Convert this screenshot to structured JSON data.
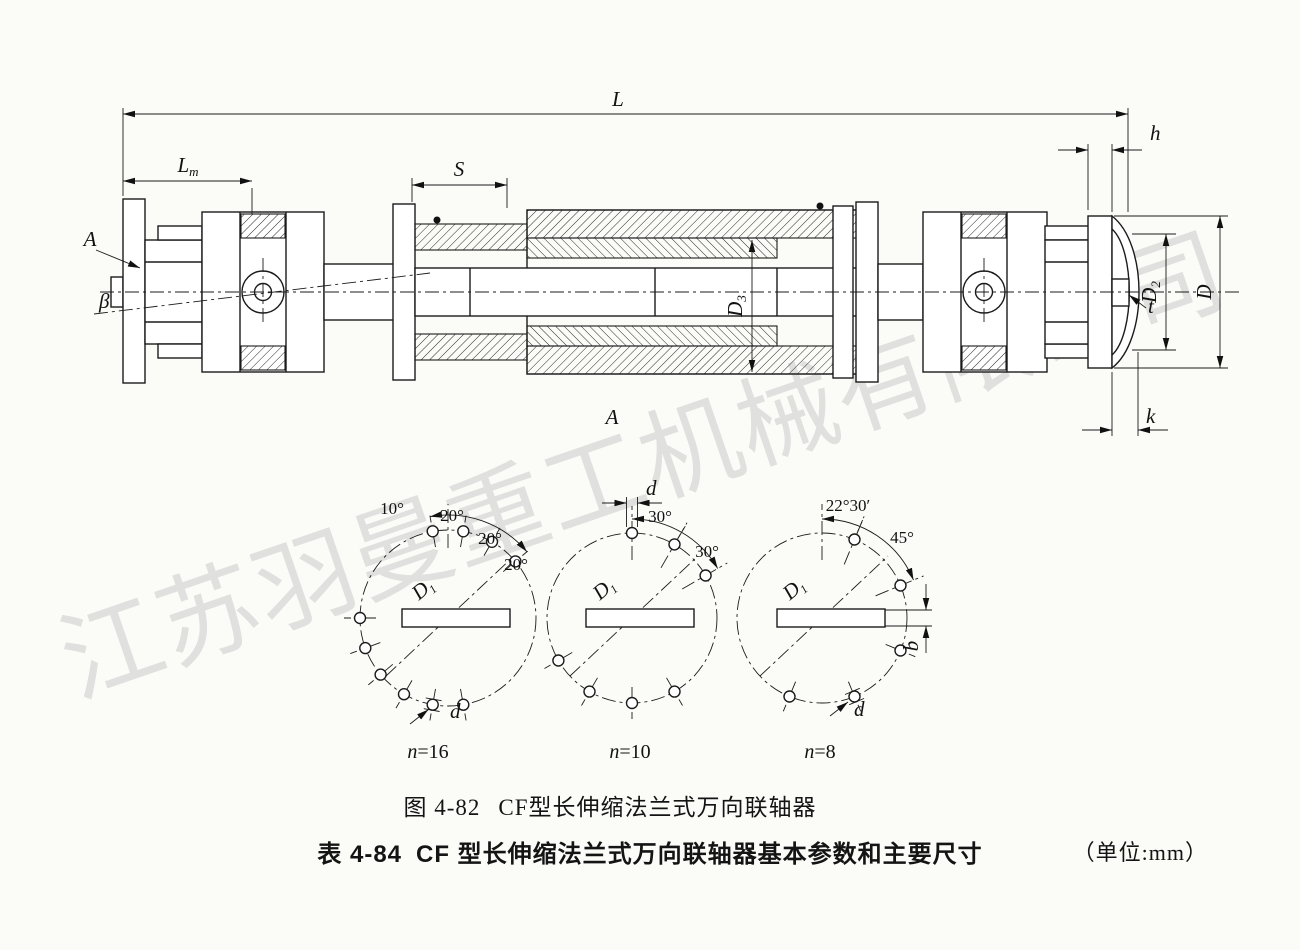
{
  "watermark": {
    "text": "江苏羽曼重工机械有限公司"
  },
  "figure": {
    "label": "图 4-82",
    "title": "CF型长伸缩法兰式万向联轴器"
  },
  "table": {
    "label": "表 4-84",
    "title": "CF 型长伸缩法兰式万向联轴器基本参数和主要尺寸",
    "unit": "（单位:mm）"
  },
  "main_view": {
    "dim_L": "L",
    "dim_Lm_main": "L",
    "dim_Lm_sub": "m",
    "dim_S": "S",
    "dim_h": "h",
    "dim_k": "k",
    "dim_t": "t",
    "dim_D": "D",
    "dim_D2_main": "D",
    "dim_D2_sub": "2",
    "dim_D3_main": "D",
    "dim_D3_sub": "3",
    "view_arrow_label": "A",
    "angle_label": "β",
    "section_label": "A"
  },
  "flange_views": [
    {
      "name": "n=16",
      "n_var": "n",
      "n_val": "=16",
      "angles": [
        "10°",
        "20°",
        "20°",
        "20°"
      ],
      "dim_d": "d",
      "dim_D1_main": "D",
      "dim_D1_sub": "1"
    },
    {
      "name": "n=10",
      "n_var": "n",
      "n_val": "=10",
      "angles": [
        "30°",
        "30°"
      ],
      "dim_d": "d",
      "dim_D1_main": "D",
      "dim_D1_sub": "1"
    },
    {
      "name": "n=8",
      "n_var": "n",
      "n_val": "=8",
      "angles": [
        "22°30′",
        "45°"
      ],
      "dim_d": "d",
      "dim_b": "b",
      "dim_D1_main": "D",
      "dim_D1_sub": "1"
    }
  ]
}
